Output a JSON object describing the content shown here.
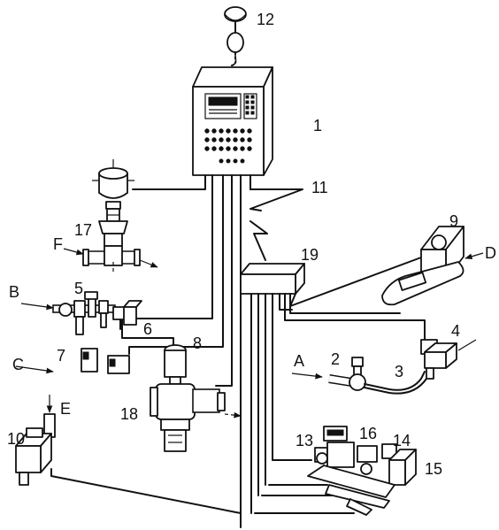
{
  "labels": {
    "l1": "1",
    "l2": "2",
    "l3": "3",
    "l4": "4",
    "l5": "5",
    "l6": "6",
    "l7": "7",
    "l8": "8",
    "l9": "9",
    "l10": "10",
    "l11": "11",
    "l12": "12",
    "l13": "13",
    "l14": "14",
    "l15": "15",
    "l16": "16",
    "l17": "17",
    "l18": "18",
    "l19": "19"
  },
  "inlets": {
    "a": "A",
    "b": "B",
    "c": "C",
    "d": "D",
    "e": "E",
    "f": "F"
  },
  "colors": {
    "ink": "#111111",
    "paper": "#ffffff"
  }
}
